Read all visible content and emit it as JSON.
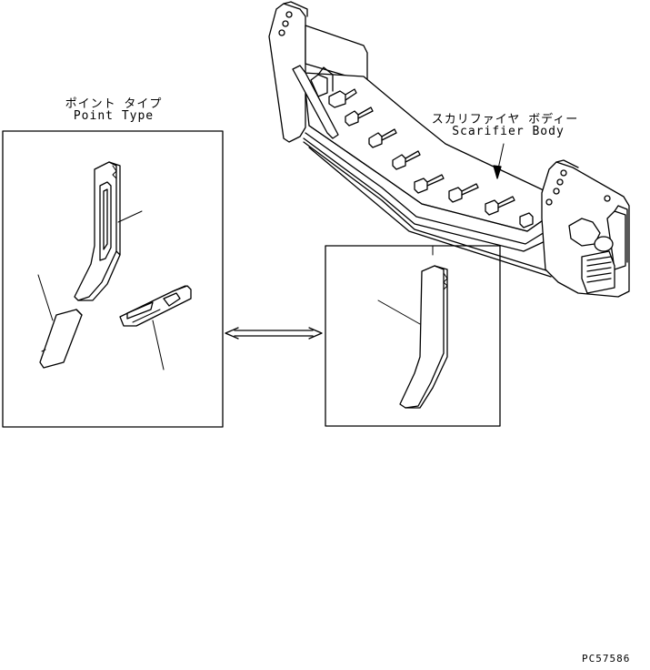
{
  "point_type": {
    "label_jp": "ポイント タイプ",
    "label_en": "Point Type"
  },
  "scarifier_body": {
    "label_jp": "スカリファイヤ ボディー",
    "label_en": "Scarifier Body"
  },
  "drawing_code": "PC57586"
}
